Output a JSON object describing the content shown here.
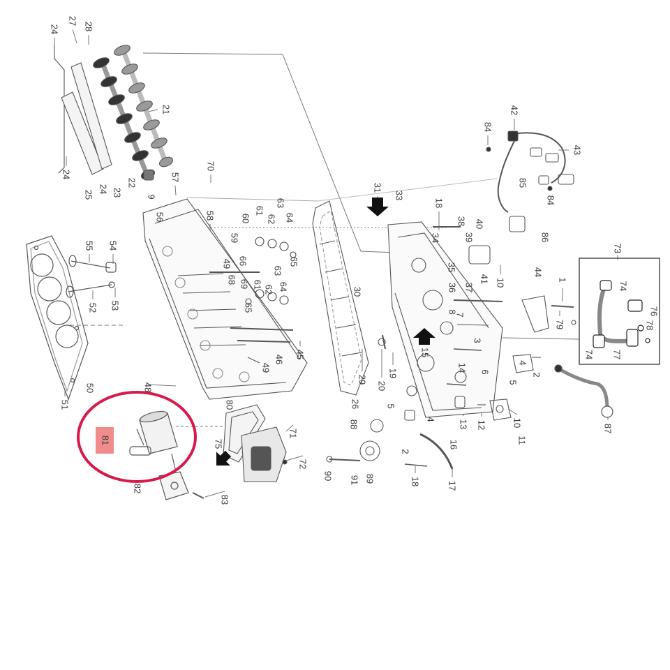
{
  "diagram": {
    "callouts": [
      "28",
      "27",
      "24",
      "21",
      "24",
      "25",
      "24",
      "23",
      "22",
      "9",
      "57",
      "70",
      "56",
      "58",
      "60",
      "61",
      "62",
      "63",
      "64",
      "59",
      "66",
      "65",
      "63",
      "49",
      "68",
      "69",
      "61",
      "62",
      "64",
      "65",
      "45",
      "46",
      "49",
      "55",
      "54",
      "52",
      "53",
      "50",
      "51",
      "48",
      "80",
      "81",
      "75",
      "71",
      "72",
      "82",
      "83",
      "31",
      "33",
      "18",
      "38",
      "34",
      "39",
      "40",
      "35",
      "36",
      "37",
      "41",
      "10",
      "30",
      "29",
      "26",
      "88",
      "20",
      "19",
      "15",
      "3",
      "14",
      "6",
      "8",
      "7",
      "5",
      "4",
      "2",
      "13",
      "12",
      "10",
      "11",
      "16",
      "17",
      "18",
      "89",
      "90",
      "91",
      "44",
      "1",
      "79",
      "5",
      "4",
      "2",
      "42",
      "84",
      "43",
      "85",
      "84",
      "86",
      "73",
      "74",
      "76",
      "78",
      "74",
      "77",
      "87"
    ],
    "highlighted_callout": "81"
  },
  "colors": {
    "line": "#555555",
    "label": "#3a3a3a",
    "highlight_circle": "#d8194c",
    "highlight_box": "#f08c8c",
    "arrow": "#111111"
  }
}
